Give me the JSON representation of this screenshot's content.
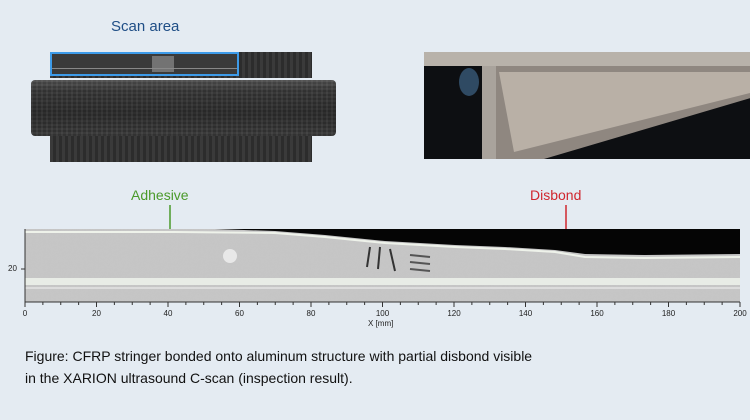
{
  "photo_left": {
    "label": "Scan area",
    "highlight_color": "#3d9be9"
  },
  "annotations": [
    {
      "label": "Adhesive",
      "color": "#4a9a2a",
      "x_mm": 40
    },
    {
      "label": "Disbond",
      "color": "#d0262e",
      "x_mm": 151
    }
  ],
  "cscan": {
    "xlabel": "X [mm]",
    "x_ticks": [
      "0",
      "20",
      "40",
      "60",
      "80",
      "100",
      "120",
      "140",
      "160",
      "180",
      "200"
    ],
    "xlim": [
      0,
      200
    ],
    "y_ticks": [
      "20"
    ]
  },
  "caption": {
    "line1": "Figure: CFRP stringer bonded onto aluminum structure with partial disbond visible",
    "line2": "in the XARION ultrasound C-scan (inspection result)."
  }
}
